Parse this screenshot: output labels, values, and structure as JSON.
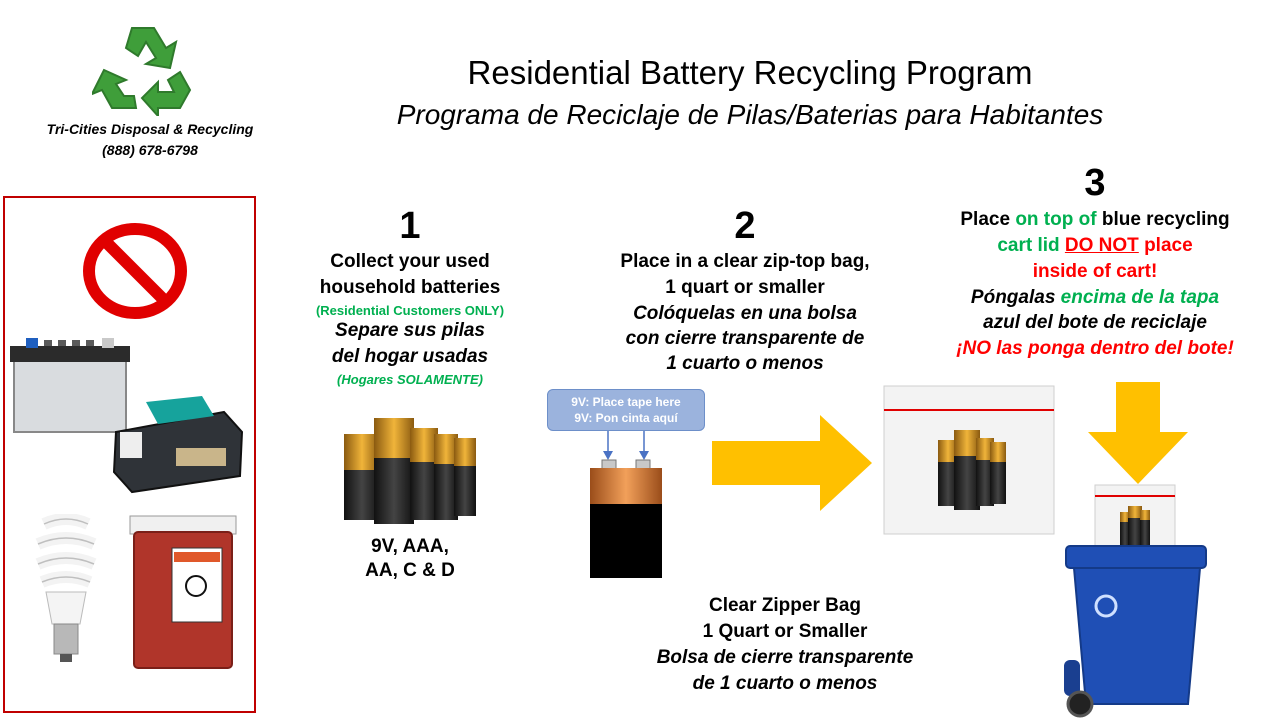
{
  "header": {
    "company_name": "Tri-Cities Disposal & Recycling",
    "company_phone": "(888) 678-6798",
    "title_en": "Residential Battery Recycling Program",
    "title_es": "Programa de Reciclaje de Pilas/Baterias para Habitantes"
  },
  "step1": {
    "number": "1",
    "line1": "Collect your used",
    "line2": "household batteries",
    "note_en": "(Residential Customers ONLY)",
    "es_line1": "Separe sus pilas",
    "es_line2": "del hogar usadas",
    "note_es": "(Hogares SOLAMENTE)",
    "types_line1": "9V, AAA,",
    "types_line2": "AA, C & D"
  },
  "step2": {
    "number": "2",
    "line1": "Place in a clear zip-top bag,",
    "line2": "1 quart or smaller",
    "es_line1": "Colóquelas en una bolsa",
    "es_line2": "con cierre  transparente de",
    "es_line3": "1 cuarto o menos",
    "tape_en": "9V: Place tape here",
    "tape_es": "9V: Pon cinta aquí",
    "bag_line1": "Clear Zipper Bag",
    "bag_line2": "1 Quart or Smaller",
    "bag_es_line1": "Bolsa de cierre transparente",
    "bag_es_line2": "de 1 cuarto o menos"
  },
  "step3": {
    "number": "3",
    "l1_a": "Place ",
    "l1_b": "on top of",
    "l1_c": " blue recycling",
    "l2_a": "cart lid ",
    "l2_b": "DO NOT",
    "l2_c": " place",
    "l3": "inside of cart!",
    "l4_a": "Póngalas ",
    "l4_b": "encima de la tapa",
    "l5": "azul del bote de reciclaje",
    "l6": "¡NO las ponga dentro del bote!"
  },
  "colors": {
    "green": "#00b050",
    "red": "#ff0000",
    "arrow": "#ffc000",
    "box_border": "#c00000",
    "cart_blue": "#1f4fb5"
  },
  "icons": {
    "logo": "recycle-icon",
    "prohibited": "no-symbol-icon",
    "arrow_right": "arrow-right-icon",
    "arrow_down": "arrow-down-icon"
  }
}
